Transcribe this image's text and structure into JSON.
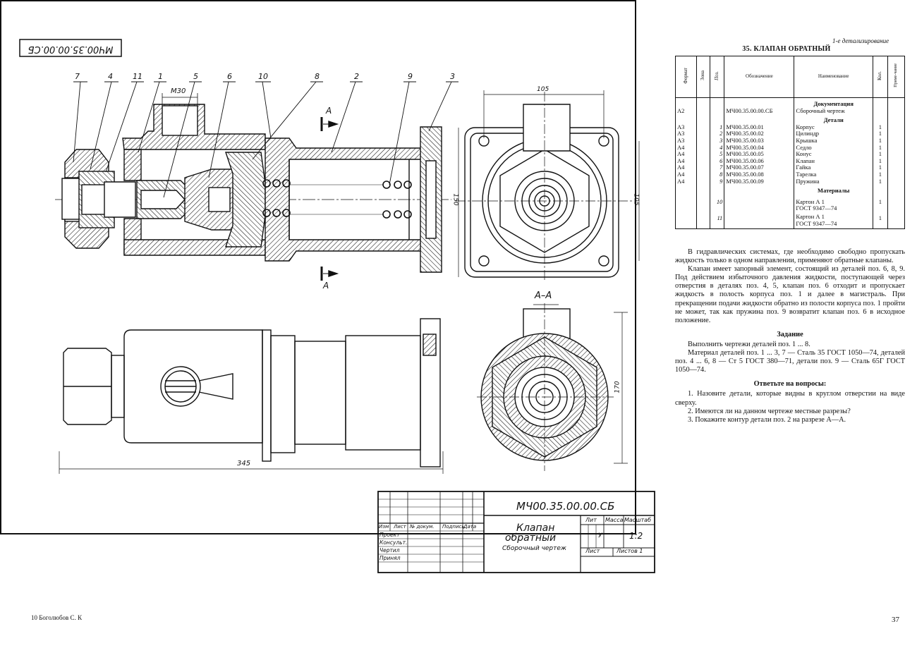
{
  "header": {
    "book_section": "1-е детализирование",
    "spec_title": "35. КЛАПАН ОБРАТНЫЙ"
  },
  "drawing": {
    "rotated_designation": "МЧ00.35.00.00.СБ",
    "part_labels": [
      "7",
      "4",
      "11",
      "1",
      "5",
      "6",
      "10",
      "8",
      "2",
      "9",
      "3"
    ],
    "dim_m30": "M30",
    "dim_105_top": "105",
    "dim_105_right": "105",
    "dim_150": "150",
    "dim_170": "170",
    "dim_345": "345",
    "section_mark": "А",
    "section_title": "А–А"
  },
  "title_block": {
    "designation": "МЧ00.35.00.00.СБ",
    "name_line1": "Клапан",
    "name_line2": "обратный",
    "doc_type": "Сборочный чертеж",
    "col_lit": "Лит",
    "col_massa": "Масса",
    "col_masshtab": "Масштаб",
    "lit_value": "У",
    "scale_value": "1:2",
    "sheet_label": "Лист",
    "sheets_label": "Листов 1",
    "row_headers": [
      "Изм",
      "Лист",
      "№ докум.",
      "Подпись",
      "Дата"
    ],
    "roles": [
      "Проект",
      "Консульт.",
      "Чертил",
      "Принял"
    ]
  },
  "spec": {
    "headers": [
      "Формат",
      "Зона",
      "Поз.",
      "Обозначение",
      "Наименование",
      "Кол.",
      "Приме-чание"
    ],
    "section_docs": "Документация",
    "docs": [
      {
        "fmt": "А2",
        "pos": "",
        "des": "МЧ00.35.00.00.СБ",
        "name": "Сборочный чертеж",
        "qty": ""
      }
    ],
    "section_parts": "Детали",
    "parts": [
      {
        "fmt": "А3",
        "pos": "1",
        "des": "МЧ00.35.00.01",
        "name": "Корпус",
        "qty": "1"
      },
      {
        "fmt": "А3",
        "pos": "2",
        "des": "МЧ00.35.00.02",
        "name": "Цилиндр",
        "qty": "1"
      },
      {
        "fmt": "А3",
        "pos": "3",
        "des": "МЧ00.35.00.03",
        "name": "Крышка",
        "qty": "1"
      },
      {
        "fmt": "А4",
        "pos": "4",
        "des": "МЧ00.35.00.04",
        "name": "Седло",
        "qty": "1"
      },
      {
        "fmt": "А4",
        "pos": "5",
        "des": "МЧ00.35.00.05",
        "name": "Конус",
        "qty": "1"
      },
      {
        "fmt": "А4",
        "pos": "6",
        "des": "МЧ00.35.00.06",
        "name": "Клапан",
        "qty": "1"
      },
      {
        "fmt": "А4",
        "pos": "7",
        "des": "МЧ00.35.00.07",
        "name": "Гайка",
        "qty": "1"
      },
      {
        "fmt": "А4",
        "pos": "8",
        "des": "МЧ00.35.00.08",
        "name": "Тарелка",
        "qty": "1"
      },
      {
        "fmt": "А4",
        "pos": "9",
        "des": "МЧ00.35.00.09",
        "name": "Пружина",
        "qty": "1"
      }
    ],
    "section_materials": "Материалы",
    "materials": [
      {
        "pos": "10",
        "name1": "Картон А 1",
        "name2": "ГОСТ 9347—74",
        "qty": "1"
      },
      {
        "pos": "11",
        "name1": "Картон А 1",
        "name2": "ГОСТ 9347—74",
        "qty": "1"
      }
    ]
  },
  "text": {
    "p1": "В гидравлических системах, где необходимо свободно пропускать жидкость только в одном направлении, применяют обратные клапаны.",
    "p2": "Клапан имеет запорный элемент, состоящий из деталей поз. 6, 8, 9. Под действием избыточного давления жидкости, поступающей через отверстия в деталях поз. 4, 5, клапан поз. 6 отходит и пропускает жидкость в полость корпуса поз. 1 и далее в магистраль. При прекращении подачи жидкости обратно из полости корпуса поз. 1 пройти не может, так как пружина поз. 9 возвратит клапан поз. 6 в исходное положение.",
    "task_title": "Задание",
    "task1": "Выполнить чертежи деталей поз. 1 ... 8.",
    "task2": "Материал деталей поз. 1 ... 3, 7 — Сталь 35 ГОСТ 1050—74, деталей поз. 4 ... 6, 8 — Ст 5 ГОСТ 380—71, детали поз. 9 — Сталь 65Г ГОСТ 1050—74.",
    "questions_title": "Ответьте на вопросы:",
    "q1": "1. Назовите детали, которые видны в круглом отверстии на виде сверху.",
    "q2": "2. Имеются ли на данном чертеже местные разрезы?",
    "q3": "3. Покажите контур детали поз. 2 на разрезе А—А."
  },
  "footer": {
    "left": "10  Боголюбов С. К",
    "page_number": "37"
  }
}
